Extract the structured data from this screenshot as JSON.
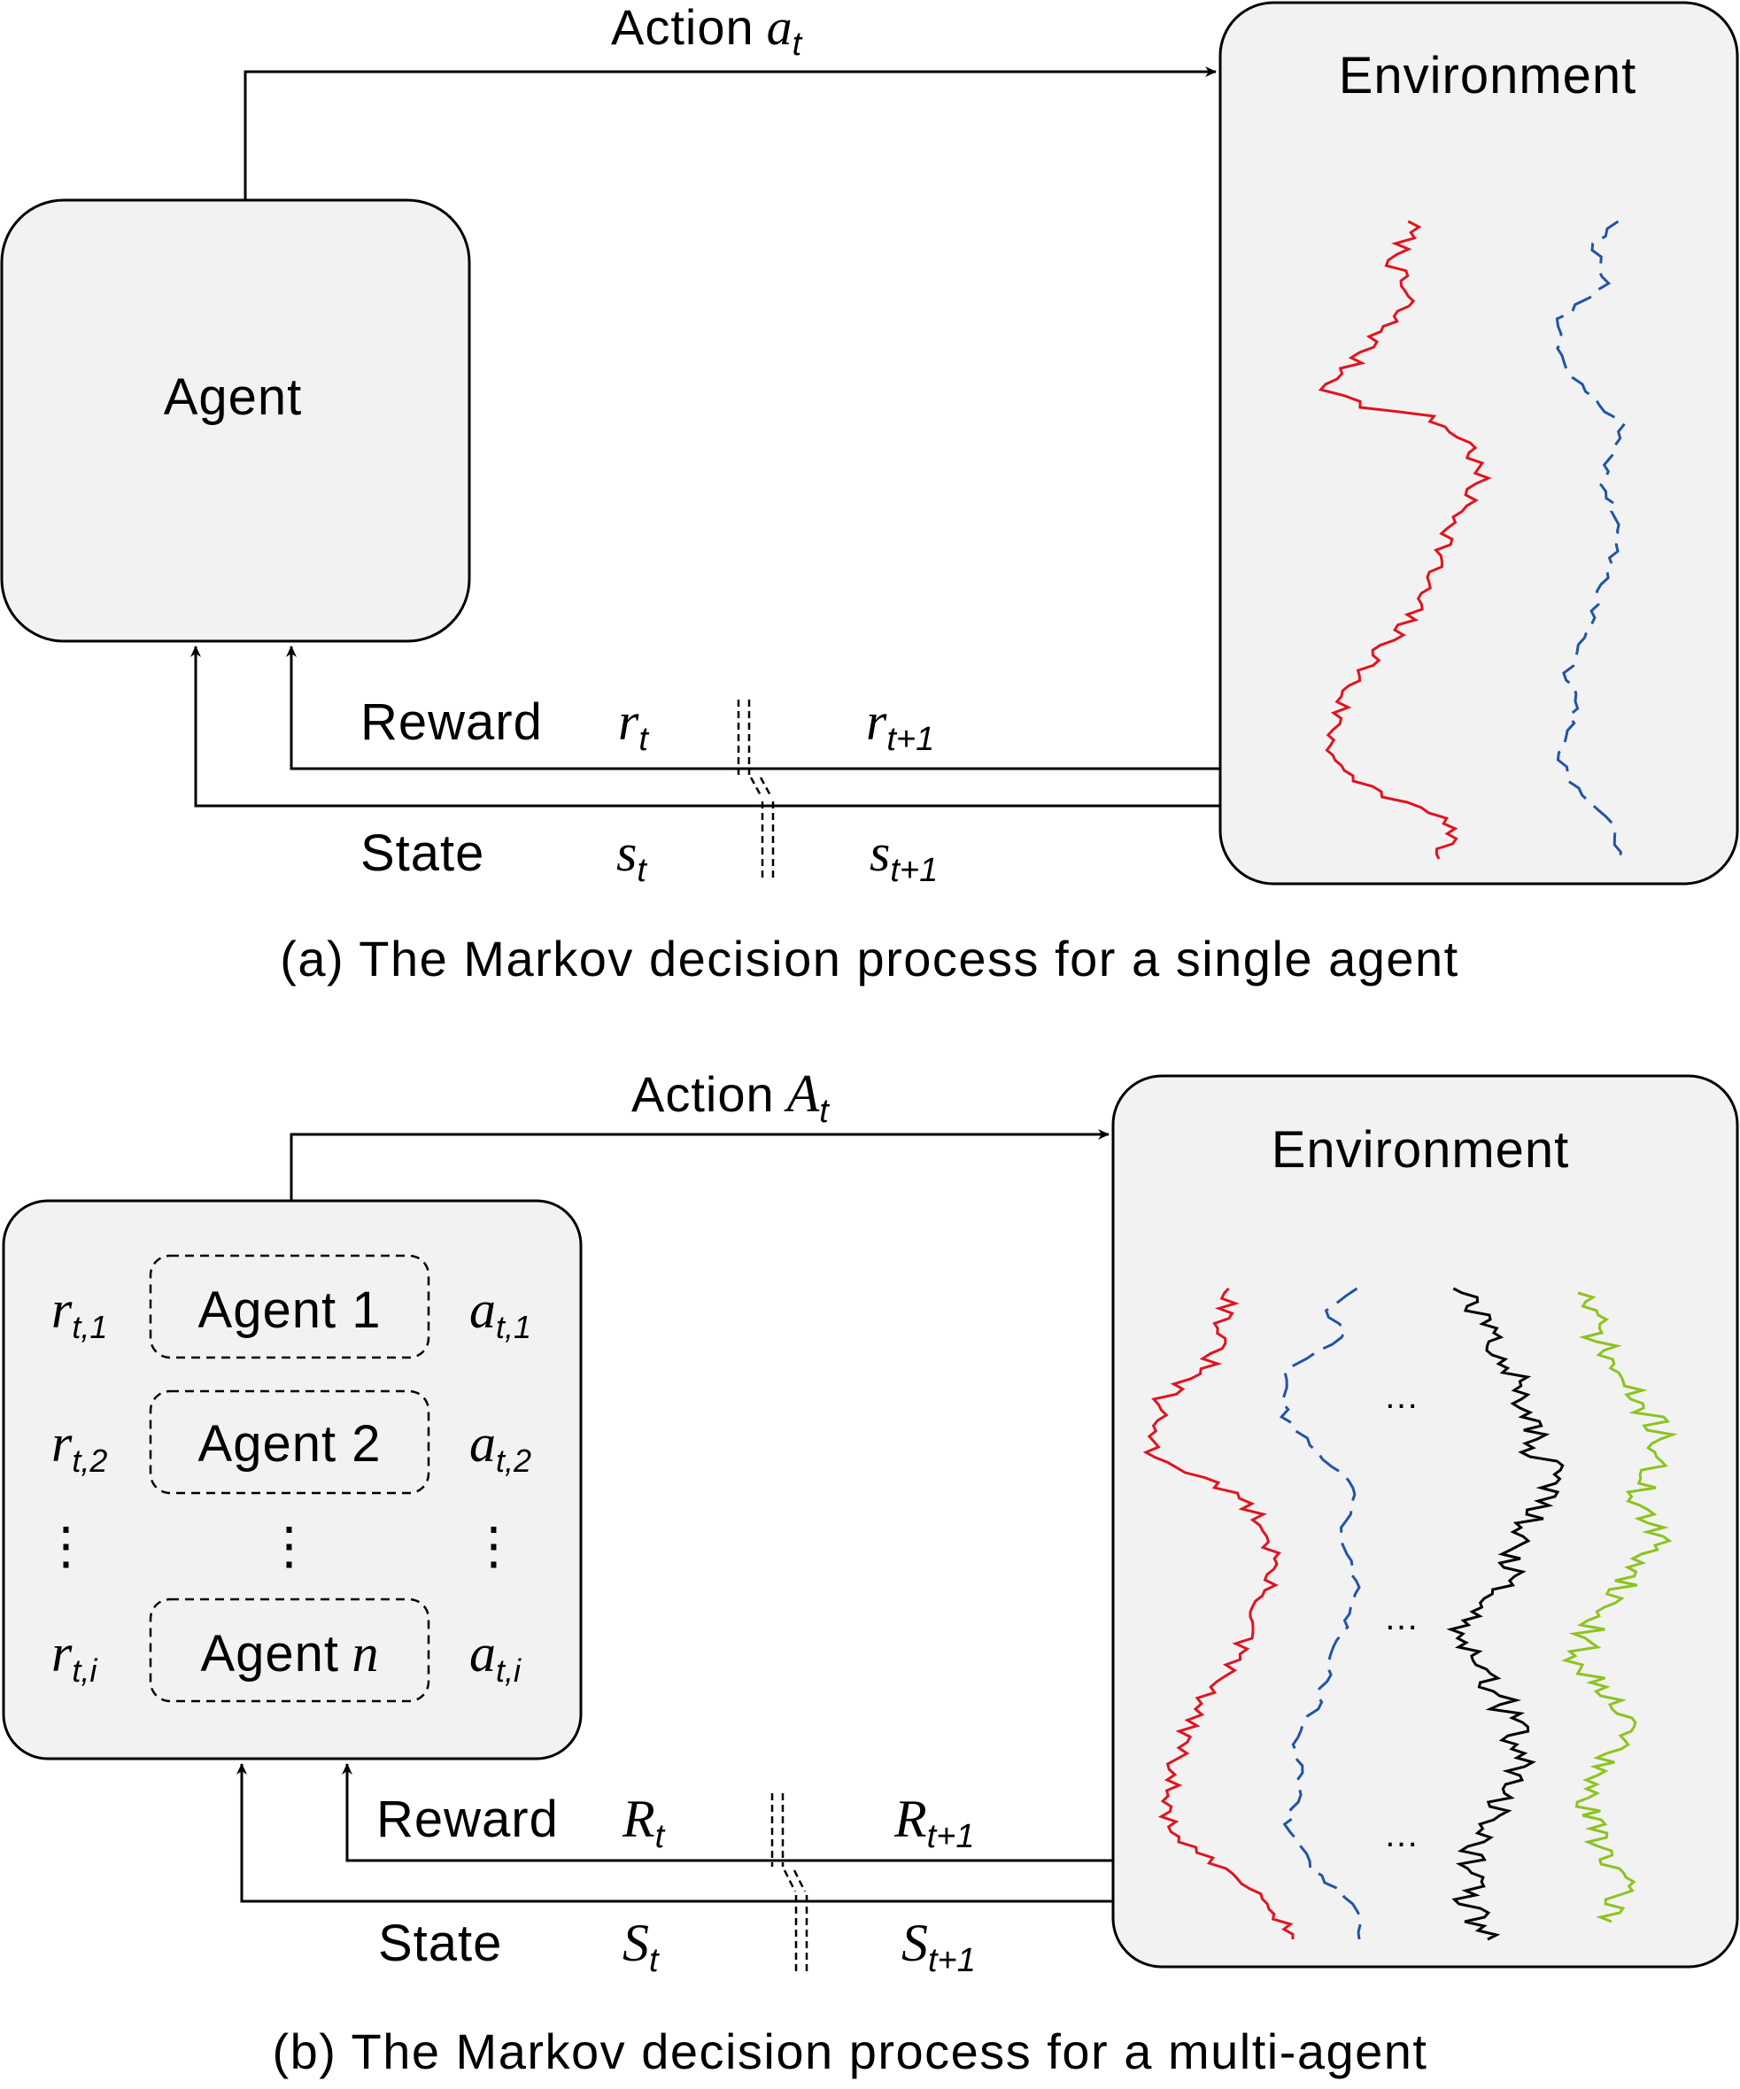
{
  "panel_a": {
    "action_label": "Action",
    "action_var": "a",
    "action_sub": "t",
    "environment_label": "Environment",
    "agent_label": "Agent",
    "reward_label": "Reward",
    "reward_var_now": "r",
    "reward_sub_now": "t",
    "reward_var_next": "r",
    "reward_sub_next": "t+1",
    "state_label": "State",
    "state_var_now": "s",
    "state_sub_now": "t",
    "state_var_next": "s",
    "state_sub_next": "t+1",
    "caption": "(a) The Markov decision process for a single agent"
  },
  "panel_b": {
    "action_label": "Action",
    "action_var": "A",
    "action_sub": "t",
    "environment_label": "Environment",
    "agents": [
      {
        "reward_var": "r",
        "reward_sub": "t,1",
        "label": "Agent 1",
        "action_var": "a",
        "action_sub": "t,1"
      },
      {
        "reward_var": "r",
        "reward_sub": "t,2",
        "label": "Agent 2",
        "action_var": "a",
        "action_sub": "t,2"
      },
      {
        "reward_var": "r",
        "reward_sub": "t,i",
        "label_prefix": "Agent",
        "label_var": "n",
        "action_var": "a",
        "action_sub": "t,i"
      }
    ],
    "vdots": "⋮",
    "ellipsis": "…",
    "reward_label": "Reward",
    "reward_var_now": "R",
    "reward_sub_now": "t",
    "reward_var_next": "R",
    "reward_sub_next": "t+1",
    "state_label": "State",
    "state_var_now": "S",
    "state_sub_now": "t",
    "state_var_next": "S",
    "state_sub_next": "t+1",
    "caption": "(b) The Markov decision process for a multi-agent"
  },
  "colors": {
    "box_fill": "#f2f2f2",
    "line": "#000000",
    "red": "#e0141e",
    "blue": "#2155a5",
    "black": "#000000",
    "green": "#8cc31e"
  }
}
